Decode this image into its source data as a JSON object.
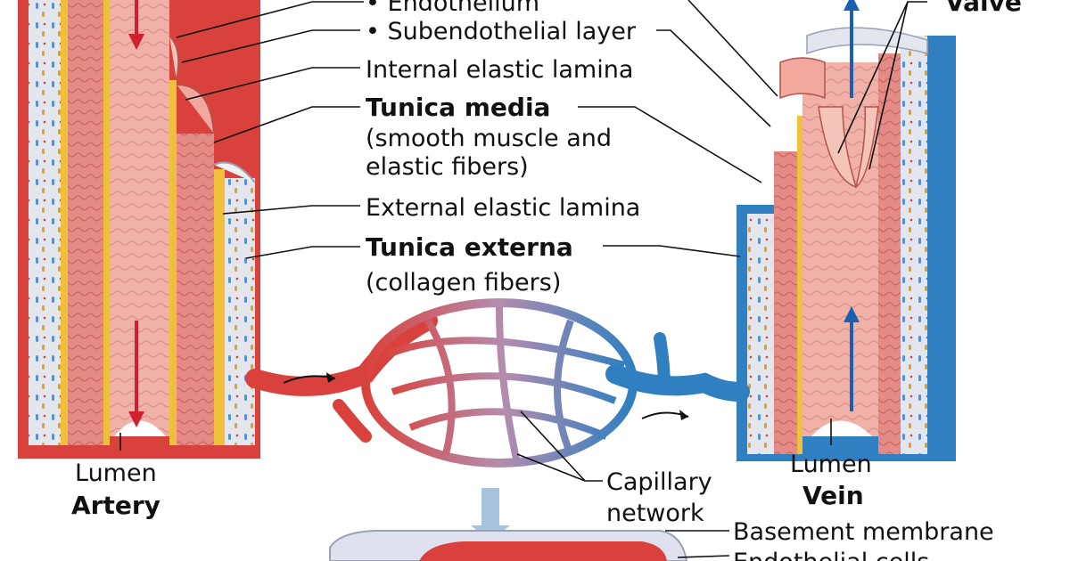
{
  "labels": {
    "endothelium": "• Endothelium",
    "subendothelial": "• Subendothelial layer",
    "internal_elastic": "Internal elastic lamina",
    "tunica_media": "Tunica media",
    "tunica_media_desc_1": "(smooth muscle and",
    "tunica_media_desc_2": "elastic fibers)",
    "external_elastic": "External elastic lamina",
    "tunica_externa": "Tunica externa",
    "tunica_externa_desc": "(collagen fibers)",
    "valve": "Valve",
    "lumen_artery": "Lumen",
    "artery": "Artery",
    "lumen_vein": "Lumen",
    "vein": "Vein",
    "capillary_1": "Capillary",
    "capillary_2": "network",
    "basement": "Basement membrane",
    "endothelial_cells": "Endothelial cells"
  },
  "colors": {
    "artery_red": "#d9423c",
    "vein_blue": "#2f7fc1",
    "muscle_pink": "#e48b86",
    "lumen_pink": "#f2b6ae",
    "elastic_yellow": "#f0c03a",
    "externa_gray": "#e4e6ee",
    "flow_arrow_red": "#d01f2e",
    "flow_arrow_blue": "#1a5fb0"
  }
}
